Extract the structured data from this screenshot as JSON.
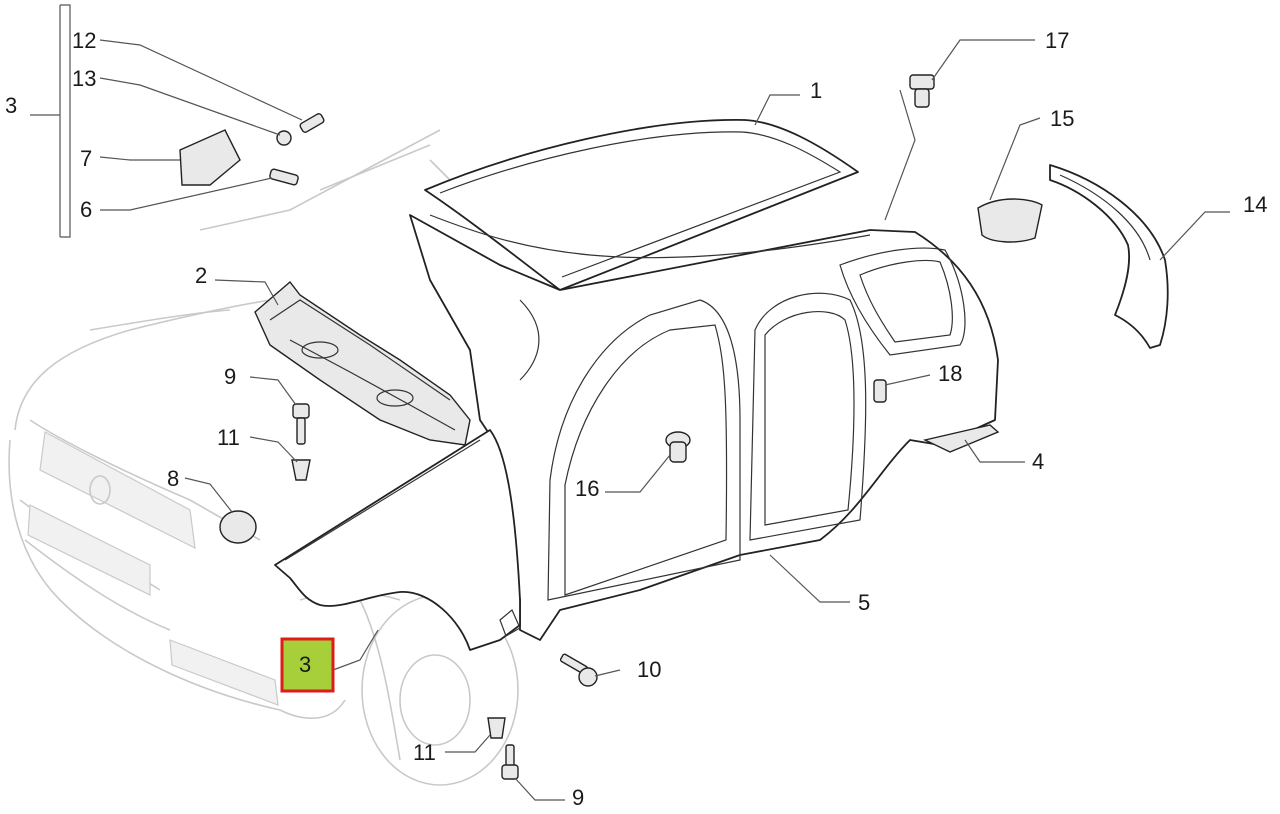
{
  "callouts": {
    "c1": "1",
    "c2": "2",
    "c3_group": "3",
    "c3_highlight": "3",
    "c4": "4",
    "c5": "5",
    "c6": "6",
    "c7": "7",
    "c8": "8",
    "c9_top": "9",
    "c9_bottom": "9",
    "c10": "10",
    "c11_top": "11",
    "c11_bottom": "11",
    "c12": "12",
    "c13": "13",
    "c14": "14",
    "c15": "15",
    "c16": "16",
    "c17": "17",
    "c18": "18"
  },
  "colors": {
    "highlight_fill": "#a7cf3a",
    "highlight_border": "#e01b1b"
  }
}
